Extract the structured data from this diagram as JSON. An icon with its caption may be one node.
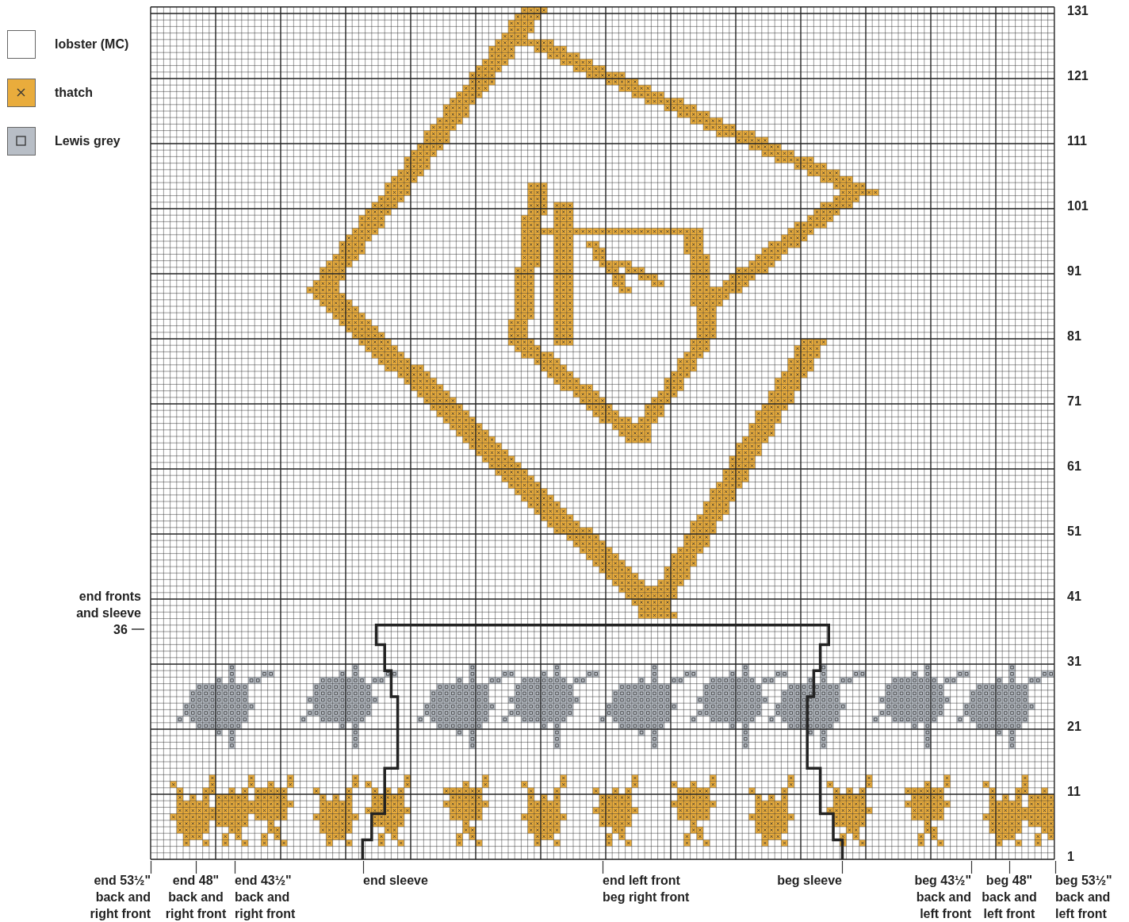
{
  "diagram": {
    "labels": [
      "131",
      "121",
      "111",
      "101",
      "91",
      "81",
      "71",
      "61",
      "51",
      "41",
      "end fronts and sleeve",
      "36",
      "31",
      "21",
      "11",
      "1",
      "end 53½\" back and right front",
      "end 48\" back and right front",
      "end 43½\" back and right front",
      "end sleeve",
      "end left front beg right front",
      "beg sleeve",
      "beg 43½\" back and left front",
      "beg 48\" back and left front",
      "beg 53½\" back and left front"
    ],
    "legend": [
      {
        "text": "lobster (MC)",
        "color": "#ffffff"
      },
      {
        "text": "thatch",
        "color": "#e9ac3c"
      },
      {
        "text": "Lewis grey",
        "color": "#b8bec6"
      }
    ]
  }
}
